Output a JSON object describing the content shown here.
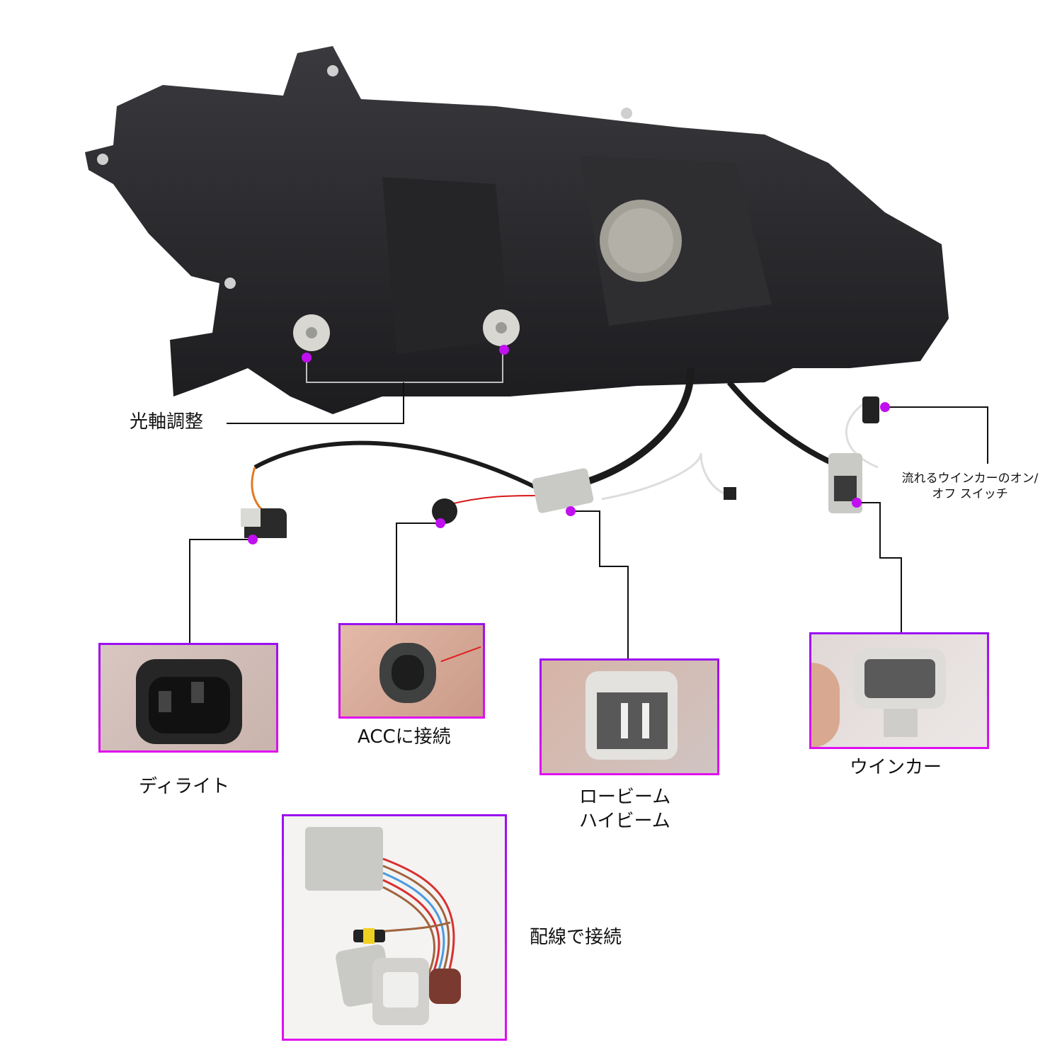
{
  "colors": {
    "accent_top": "#9b10f0",
    "accent_bottom": "#e010f0",
    "dot": "#c010f0",
    "line": "#111111",
    "lamp_body": "#2b2b2e",
    "connector_grey": "#c9c9c6"
  },
  "headlight": {
    "name": "headlight-rear-view",
    "labels": {
      "aim_adjust": "光軸調整",
      "sequential_switch_line1": "流れるウインカーのオン/",
      "sequential_switch_line2": "オフ スイッチ"
    }
  },
  "callouts": [
    {
      "id": "daylight",
      "label": "ディライト"
    },
    {
      "id": "acc",
      "label": "ACCに接続"
    },
    {
      "id": "beam",
      "label_line1": "ロービーム",
      "label_line2": "ハイビーム"
    },
    {
      "id": "turn",
      "label": "ウインカー"
    },
    {
      "id": "harness",
      "label": "配線で接続"
    }
  ]
}
